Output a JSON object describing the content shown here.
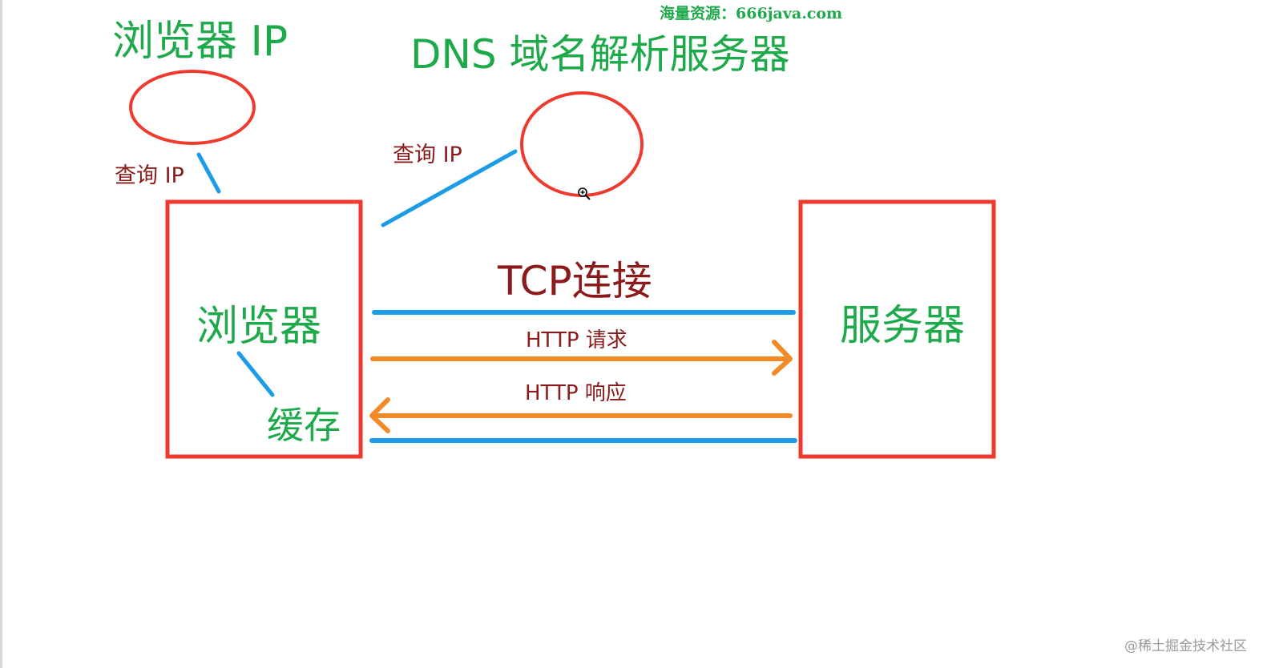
{
  "watermark": {
    "top": "海量资源：666java.com",
    "bottom": "@稀土掘金技术社区"
  },
  "labels": {
    "browser_ip": "浏览器 IP",
    "dns_server": "DNS 域名解析服务器",
    "query_ip_left": "查询 IP",
    "query_ip_right": "查询 IP",
    "browser": "浏览器",
    "cache": "缓存",
    "server": "服务器",
    "tcp_connection": "TCP连接",
    "http_request": "HTTP 请求",
    "http_response": "HTTP 响应"
  },
  "colors": {
    "red": "#ee3a2f",
    "blue": "#1c9ce6",
    "orange": "#f28a27",
    "green": "#1ea94b",
    "maroon": "#8b1a1a"
  }
}
